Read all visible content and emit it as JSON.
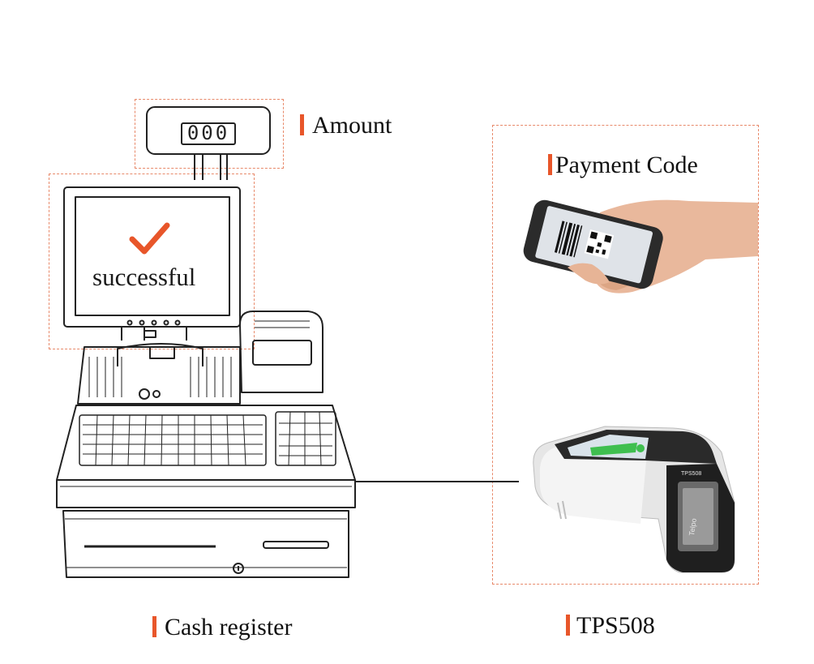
{
  "labels": {
    "amount": "Amount",
    "payment_code": "Payment Code",
    "cash_register": "Cash register",
    "tps508": "TPS508"
  },
  "register": {
    "pole_display_digits": "000",
    "screen_status": "successful"
  },
  "device": {
    "brand": "Telpo",
    "model_badge": "TPS508"
  },
  "colors": {
    "accent": "#e8562a",
    "dashed_box": "#e8896a"
  },
  "icons": [
    "check-icon",
    "qr-code-icon",
    "barcode-icon"
  ]
}
